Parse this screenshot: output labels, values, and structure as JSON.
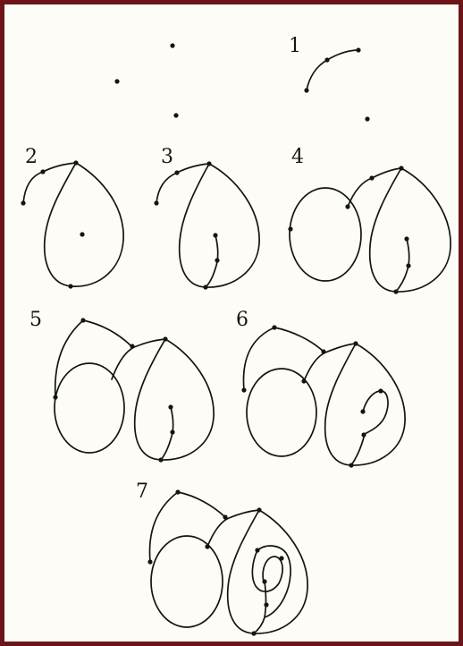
{
  "colors": {
    "border": "#6b1518",
    "paper": "#fdfcf7",
    "ink": "#141414"
  },
  "steps": [
    {
      "id": "step-1",
      "number": "1"
    },
    {
      "id": "step-2",
      "number": "2"
    },
    {
      "id": "step-3",
      "number": "3"
    },
    {
      "id": "step-4",
      "number": "4"
    },
    {
      "id": "step-5",
      "number": "5"
    },
    {
      "id": "step-6",
      "number": "6"
    },
    {
      "id": "step-7",
      "number": "7"
    }
  ]
}
